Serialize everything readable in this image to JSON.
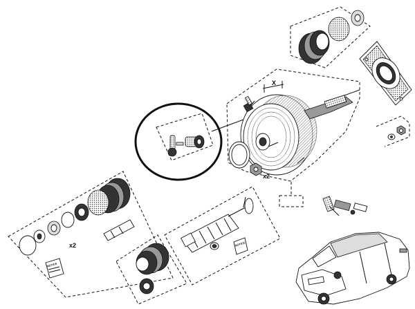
{
  "labels": {
    "dimension_x": "X",
    "qty_booster_nuts": "x2",
    "qty_kit_parts": "x2",
    "leaflet_text": "NOTICE",
    "sticker_text": "NOTICE"
  },
  "colors": {
    "ink": "#111111",
    "paper": "#ffffff",
    "shade": "#999999"
  }
}
